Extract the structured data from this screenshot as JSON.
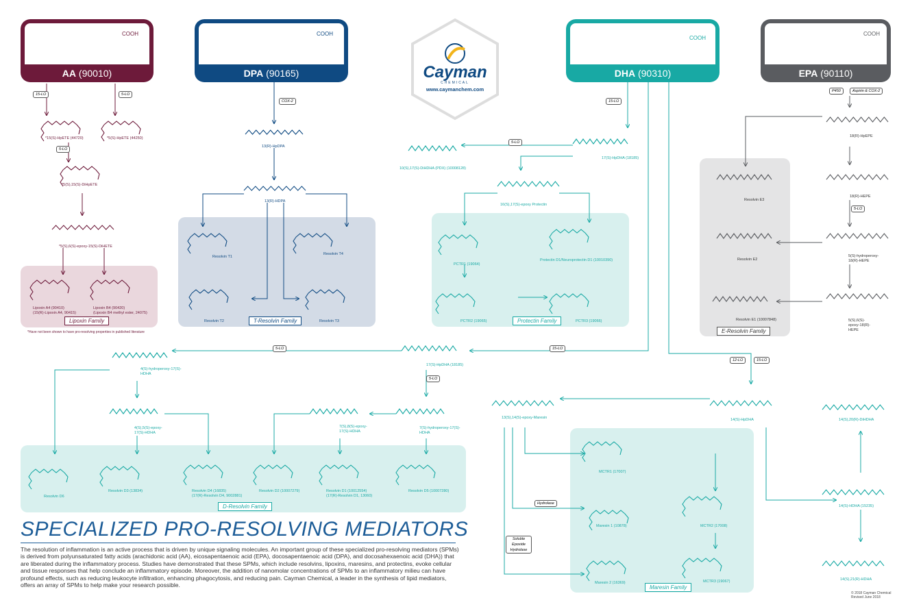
{
  "colors": {
    "aa": "#6d1a3a",
    "dpa": "#0f4a82",
    "dha": "#18a9a4",
    "epa": "#5a5c60",
    "aa_fam": "#ead7dd",
    "dpa_fam": "#d3dbe6",
    "dha_fam": "#d8f0ee",
    "epa_fam": "#e4e4e5"
  },
  "headers": {
    "aa": {
      "name": "AA",
      "code": "(90010)",
      "cooh": "COOH"
    },
    "dpa": {
      "name": "DPA",
      "code": "(90165)",
      "cooh": "COOH"
    },
    "dha": {
      "name": "DHA",
      "code": "(90310)",
      "cooh": "COOH"
    },
    "epa": {
      "name": "EPA",
      "code": "(90110)",
      "cooh": "COOH"
    }
  },
  "logo": {
    "name": "Cayman",
    "sub": "CHEMICAL",
    "url": "www.caymanchem.com"
  },
  "aa": {
    "tag_15lo": "15-LO",
    "tag_5lo": "5-LO",
    "tag_5lo2": "5-LO",
    "hpete15": "*15(S)-HpETE (44720)",
    "hpete5": "*5(S)-HpETE (44250)",
    "dihpete": "*5(S),15(S)-DiHpETE",
    "epoxy": "*5(S),6(S)-epoxy-15(S)-DiHETE",
    "lxa4_1": "Lipoxin A4 (90410)",
    "lxa4_2": "(15(R)-Lipoxin A4, 90415)",
    "lxb4_1": "Lipoxin B4 (90420)",
    "lxb4_2": "(Lipoxin B4 methyl ester, 24075)",
    "family": "Lipoxin Family",
    "note": "*Have not been shown to have pro-resolving properties in published literature"
  },
  "dpa": {
    "tag_cox2": "COX-2",
    "hpdpa": "13(R)-HpDPA",
    "hdpa": "13(R)-HDPA",
    "t1": "Resolvin T1",
    "t2": "Resolvin T2",
    "t3": "Resolvin T3",
    "t4": "Resolvin T4",
    "family": "T-Resolvin Family"
  },
  "dha": {
    "tag_15lo": "15-LO",
    "tag_5lo": "5-LO",
    "hpdha": "17(S)-HpDHA (18185)",
    "dihdha": "10(S),17(S)-DiHDHA (PDX) (10008128)",
    "epoxyprot": "16(S),17(S)-epoxy Protectin",
    "pctr1": "PCTR1 (19064)",
    "pd1": "Protectin D1/Neuroprotectin D1 (10010390)",
    "pctr2": "PCTR2 (19065)",
    "pctr3": "PCTR3 (19066)",
    "prot_family": "Protectin Family",
    "tag_15lo_b": "15-LO",
    "tag_5lo_b": "5-LO",
    "tag_5lo_c": "5-LO",
    "hpdha2": "17(S)-HpDHA (18185)",
    "hp4": "4(S)-hydroperoxy-17(S)-HDHA",
    "ep45": "4(S),5(S)-epoxy-17(S)-HDHA",
    "ep78": "7(S),8(S)-epoxy-17(S)-HDHA",
    "hp7": "7(S)-hydroperoxy-17(S)-HDHA",
    "d6": "Resolvin D6",
    "d3": "Resolvin D3 (13834)",
    "d4_1": "Resolvin D4 (16835)",
    "d4_2": "(17(R)-Resolvin D4, 9002881)",
    "d2": "Resolvin D2 (10007279)",
    "d1_1": "Resolvin D1 (10012554)",
    "d1_2": "(17(R)-Resolvin D1, 13060)",
    "d5": "Resolvin D5 (10007280)",
    "d_family": "D-Resolvin Family",
    "tag_12lo": "12-LO",
    "tag_15lo_c": "15-LO",
    "hpdha14": "14(S)-HpDHA",
    "epoxymar": "13(S),14(S)-epoxy-Maresin",
    "mctr1": "MCTR1 (17007)",
    "mctr2": "MCTR2 (17008)",
    "mctr3": "MCTR3 (19067)",
    "mar1": "Maresin 1 (10878)",
    "mar2": "Maresin 2 (16369)",
    "hydrolase": "Hydrolase",
    "seh": "Soluble Epoxide Hydrolase",
    "mar_family": "Maresin Family",
    "hdha14": "14(S)-HDHA (15235)",
    "dihdha1420": "14(S),20(R)-DiHDHA",
    "hdha1421": "14(S),21(R)-HDHA"
  },
  "epa": {
    "tag_p450": "P450",
    "tag_asp": "Aspirin & COX-2",
    "hpepe": "18(R)-HpEPE",
    "hepe": "18(R)-HEPE",
    "tag_5lo": "5-LO",
    "hp5": "5(S)-hydroperoxy-18(R)-HEPE",
    "ep56": "5(S),6(S)-epoxy-18(R)-HEPE",
    "e1": "Resolvin E1 (10007848)",
    "e2": "Resolvin E2",
    "e3": "Resolvin E3",
    "family": "E-Resolvin Family"
  },
  "title": "SPECIALIZED PRO-RESOLVING MEDIATORS",
  "body": "The resolution of inflammation is an active process that is driven by unique signaling molecules. An important group of these specialized pro-resolving mediators (SPMs) is derived from polyunsaturated fatty acids (arachidonic acid (AA), eicosapentaenoic acid (EPA), docosapentaenoic acid (DPA), and docosahexaenoic acid (DHA)) that are liberated during the inflammatory process. Studies have demonstrated that these SPMs, which include resolvins, lipoxins, maresins, and protectins, evoke cellular and tissue responses that help conclude an inflammatory episode. Moreover, the addition of nanomolar concentrations of SPMs to an inflammatory milieu can have profound effects, such as reducing leukocyte infiltration, enhancing phagocytosis, and reducing pain. Cayman Chemical, a leader in the synthesis of lipid mediators, offers an array of SPMs to help make your research possible.",
  "footer": {
    "copy": "© 2018 Cayman Chemical",
    "rev": "Revised June 2018"
  }
}
